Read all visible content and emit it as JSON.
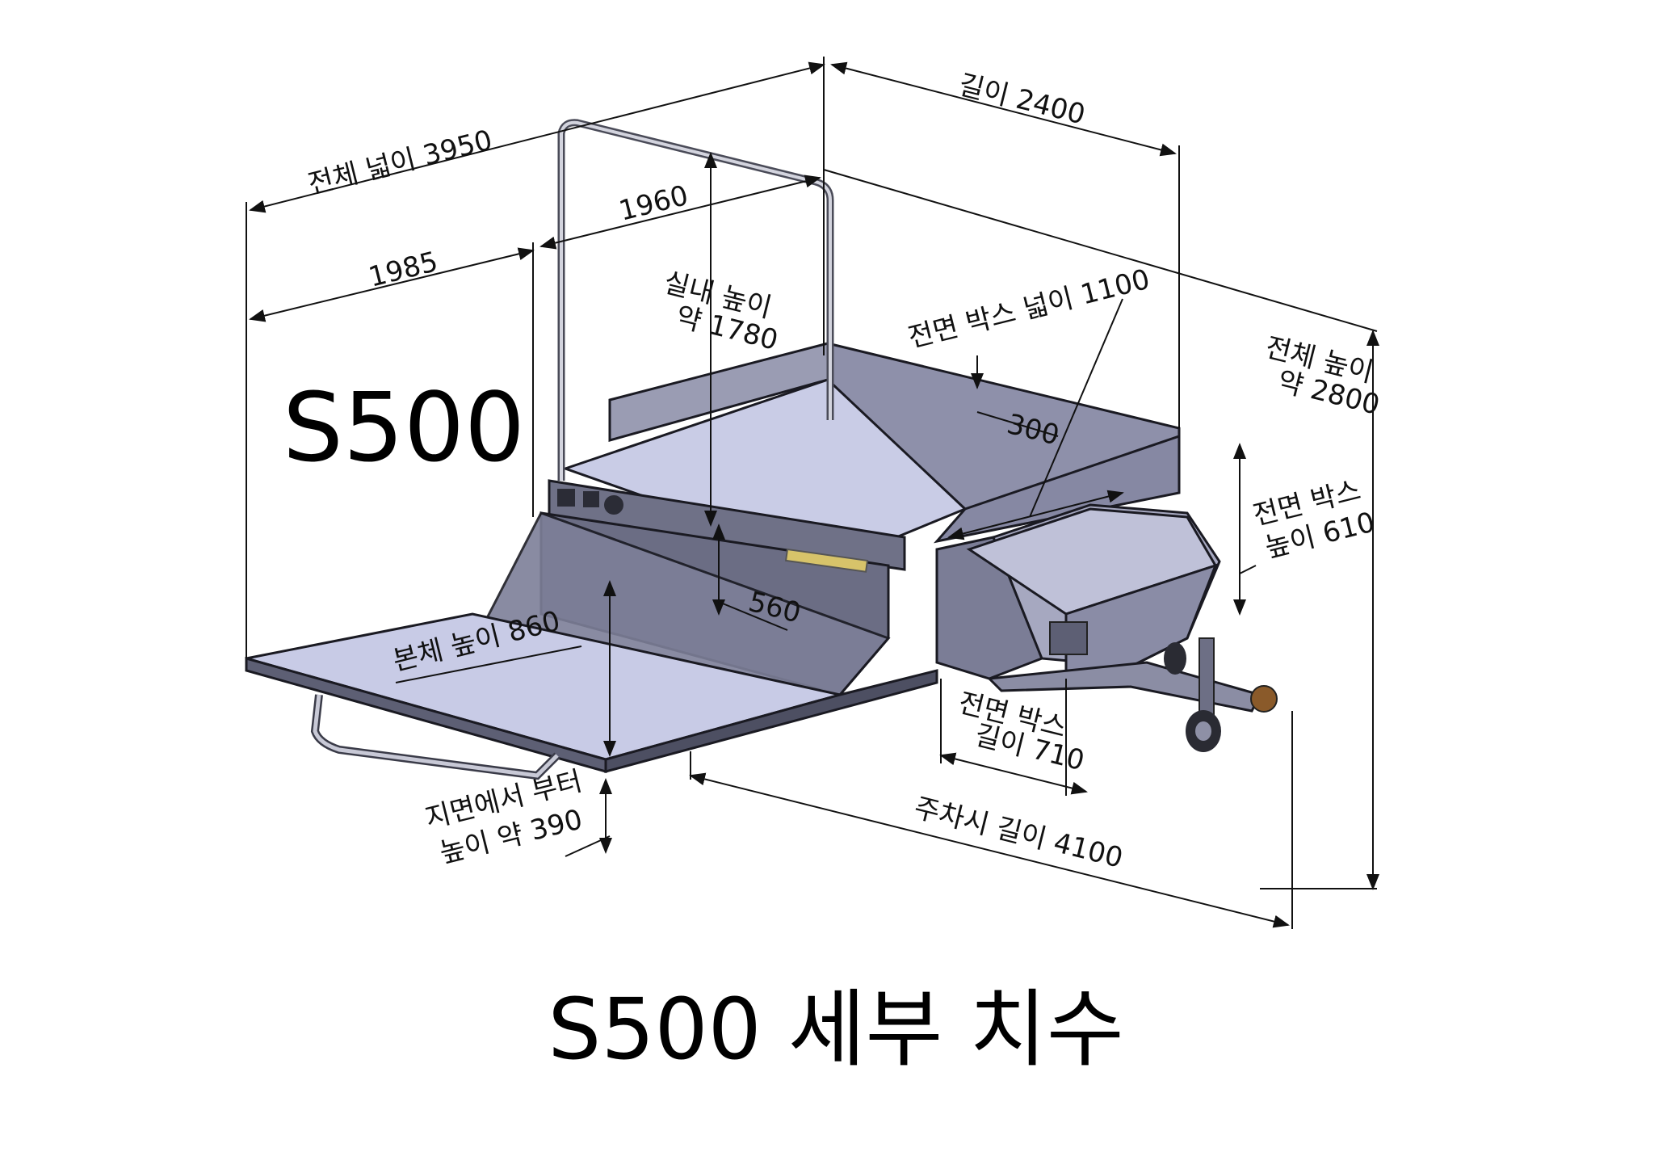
{
  "model": "S500",
  "title": "S500 세부 치수",
  "labels": {
    "overall_width": "전체 넓이 3950",
    "w1985": "1985",
    "w1960": "1960",
    "length": "길이 2400",
    "interior_height_1": "실내 높이",
    "interior_height_2": "약 1780",
    "front_box_width": "전면 박스 넓이 1100",
    "d300": "300",
    "overall_height_1": "전체 높이",
    "overall_height_2": "약 2800",
    "front_box_height_1": "전면 박스",
    "front_box_height_2": "높이 610",
    "d560": "560",
    "body_height": "본체 높이 860",
    "front_box_length_1": "전면 박스",
    "front_box_length_2": "길이 710",
    "ground_clearance_1": "지면에서 부터",
    "ground_clearance_2": "높이 약 390",
    "parked_length": "주차시 길이 4100"
  }
}
